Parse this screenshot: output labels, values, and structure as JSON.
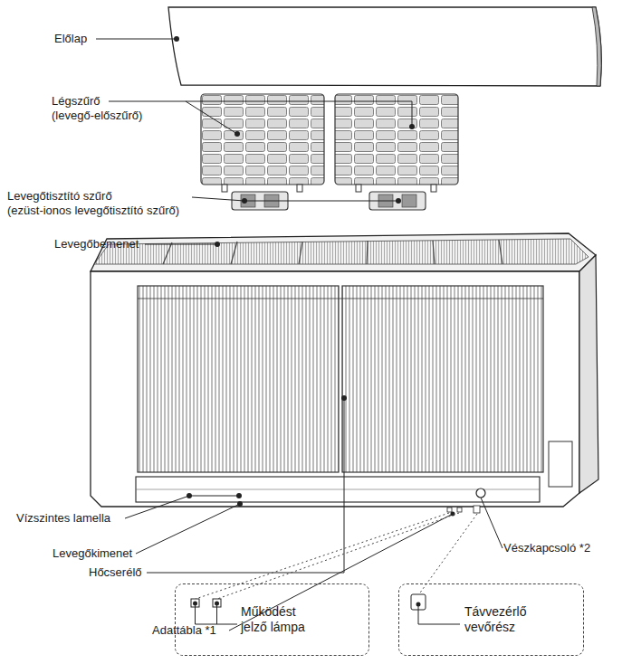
{
  "diagram": {
    "nodes": [
      {
        "text": [
          "Működést jelző lámpa"
        ]
      },
      {
        "text": [
          "Távvezérlő vevőrész"
        ]
      }
    ],
    "labels": [
      "Előlap",
      "Légszűrő (levegő-előszűrő)",
      "Levegőtisztító szűrő (ezüst-ionos levegőtisztító szűrő)",
      "Levegőbemenet",
      "Vízszintes lamella",
      "Levegőkimenet",
      "Hőcserélő",
      "Vészkapcsoló *2",
      "Adattábla *1"
    ]
  }
}
